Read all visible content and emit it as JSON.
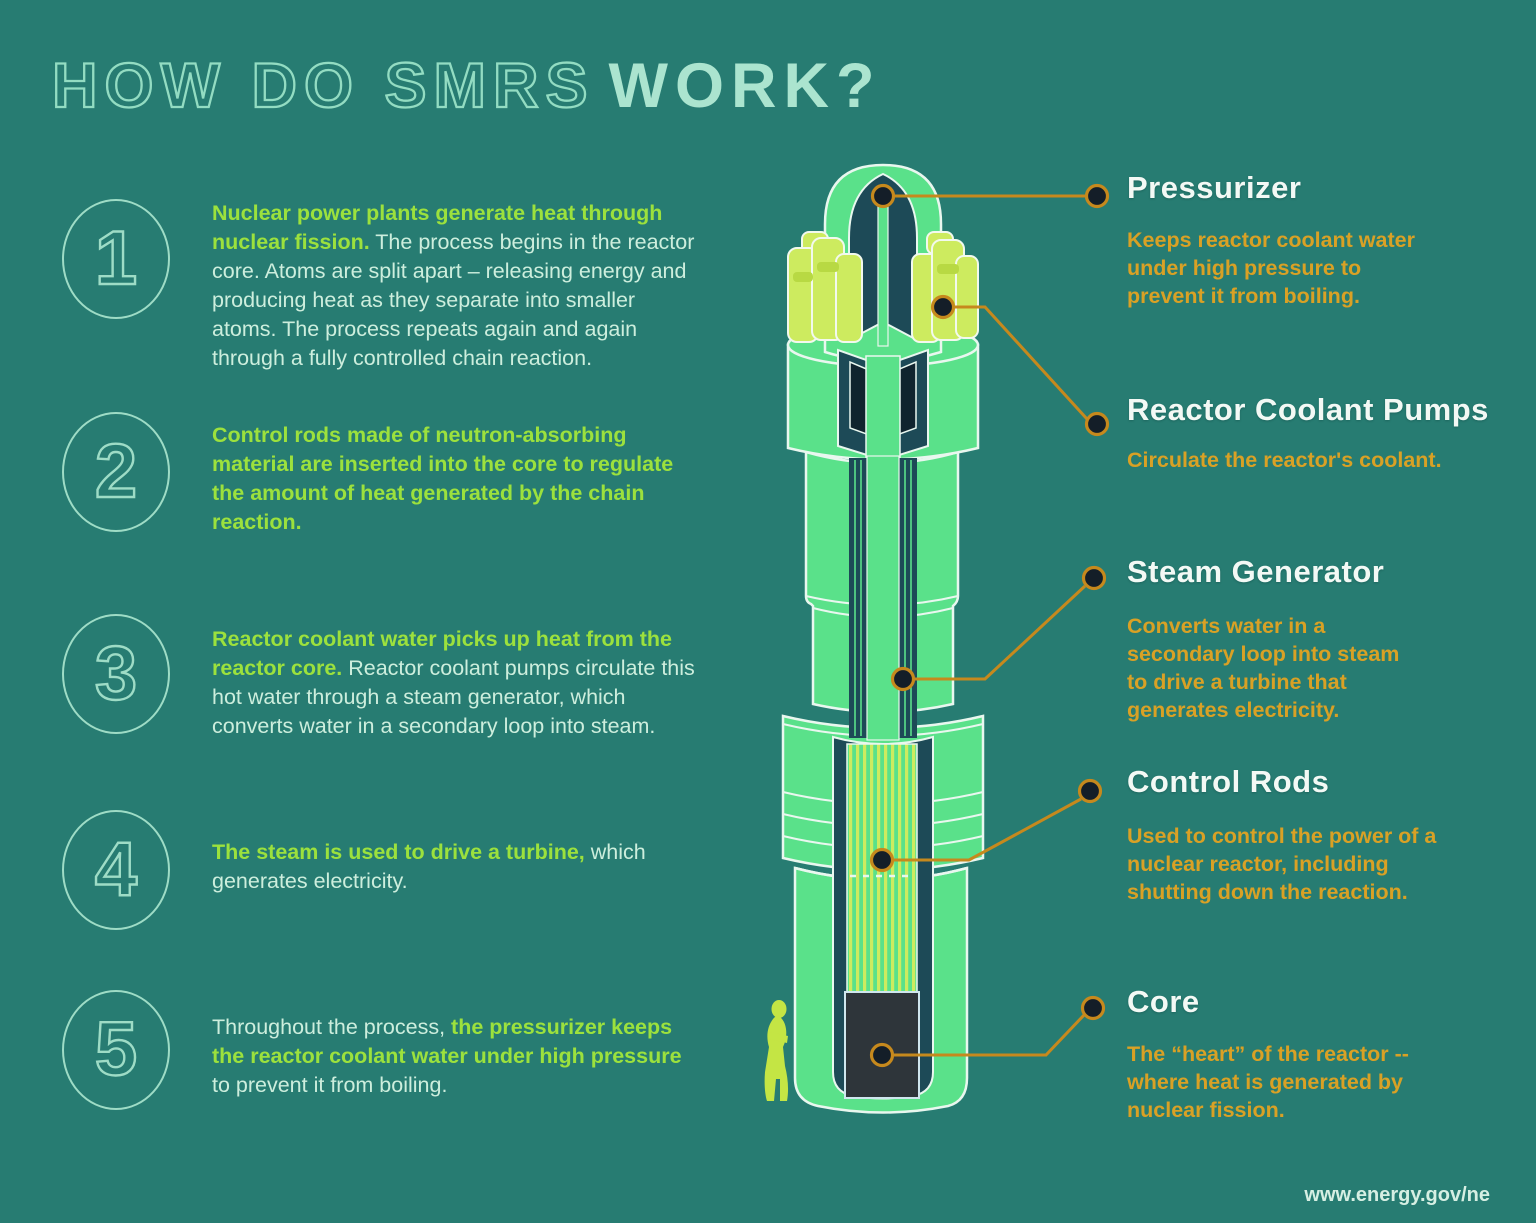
{
  "title": {
    "outline": "HOW DO SMRS",
    "solid": "WORK?"
  },
  "steps": [
    {
      "number": "1",
      "segments": [
        {
          "t": "Nuclear power plants generate heat through nuclear fission.",
          "em": true
        },
        {
          "t": " The process begins in the reactor core. Atoms are split apart – releasing energy and producing heat as they separate into smaller atoms. The process repeats again and again through a fully controlled chain reaction.",
          "em": false
        }
      ]
    },
    {
      "number": "2",
      "segments": [
        {
          "t": "Control rods made of neutron-absorbing material are inserted into the core to regulate the amount of heat generated by the chain reaction.",
          "em": true
        }
      ]
    },
    {
      "number": "3",
      "segments": [
        {
          "t": "Reactor coolant water picks up heat from the reactor core.",
          "em": true
        },
        {
          "t": " Reactor coolant pumps circulate this hot water through a steam generator, which converts water in a secondary loop into steam.",
          "em": false
        }
      ]
    },
    {
      "number": "4",
      "segments": [
        {
          "t": "The steam is used to drive a turbine,",
          "em": true
        },
        {
          "t": " which generates electricity.",
          "em": false
        }
      ]
    },
    {
      "number": "5",
      "segments": [
        {
          "t": "Throughout the process, ",
          "em": false
        },
        {
          "t": "the pressurizer keeps the reactor coolant water under high pressure",
          "em": true
        },
        {
          "t": " to prevent it from boiling.",
          "em": false
        }
      ]
    }
  ],
  "callouts": [
    {
      "title": "Pressurizer",
      "desc": "Keeps reactor coolant water under high pressure to prevent it from boiling."
    },
    {
      "title": "Reactor Coolant Pumps",
      "desc": "Circulate the reactor's coolant."
    },
    {
      "title": "Steam Generator",
      "desc": "Converts water in a secondary loop into steam to drive a turbine that generates electricity."
    },
    {
      "title": "Control Rods",
      "desc": "Used to control the power of a nuclear reactor, including shutting down the reaction."
    },
    {
      "title": "Core",
      "desc": "The “heart” of the reactor -- where heat is generated by nuclear fission."
    }
  ],
  "footer": {
    "url": "www.energy.gov/ne"
  },
  "colors": {
    "background": "#277c72",
    "title_mint": "#93dcc2",
    "body_text": "#cdeedd",
    "highlight_green": "#9ce13d",
    "callout_orange": "#d9a125",
    "connector_orange": "#c6891d",
    "heading_white": "#f3f9f5",
    "reactor_green": "#5ae18a",
    "pump_lime": "#cdeb5f",
    "cutaway_dark": "#1d4a57",
    "core_dark": "#2e353a"
  }
}
